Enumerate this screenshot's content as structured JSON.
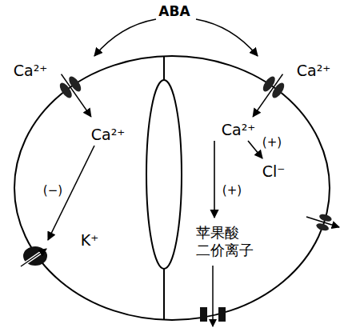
{
  "diagram": {
    "labels": [
      "ABA",
      "Ca²⁺",
      "Ca²⁺",
      "Ca²⁺",
      "Ca²⁺",
      "(+)",
      "Cl⁻",
      "(−)",
      "(+)",
      "K⁺",
      "苹果酸 二价离子"
    ]
  }
}
